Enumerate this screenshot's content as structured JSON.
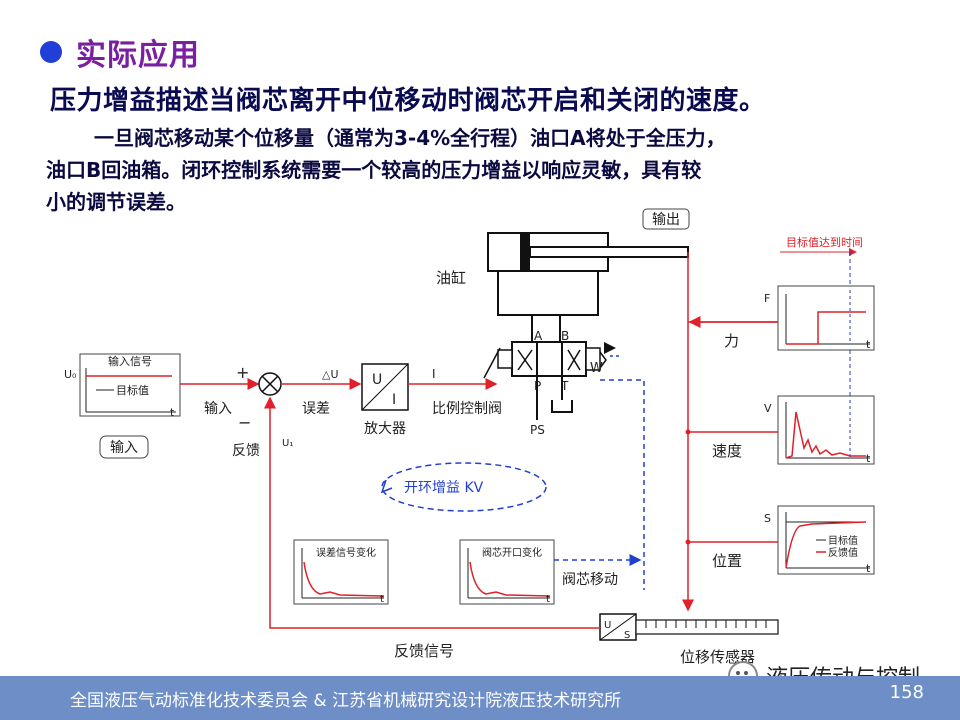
{
  "header": {
    "title": "实际应用",
    "subtitle": "压力增益描述当阀芯离开中位移动时阀芯开启和关闭的速度。",
    "body_line1": "一旦阀芯移动某个位移量（通常为3-4%全行程）油口A将处于全压力，",
    "body_line2": "油口B回油箱。闭环控制系统需要一个较高的压力增益以响应灵敏，具有较",
    "body_line3": "小的调节误差。"
  },
  "diagram": {
    "output_label": "输出",
    "cylinder_label": "油缸",
    "input_signal_label": "输入信号",
    "target_value_short": "目标值",
    "u0_label": "U₀",
    "t_label": "t",
    "input_button": "输入",
    "plus_sign": "+",
    "minus_sign": "−",
    "input_label": "输入",
    "feedback_label": "反馈",
    "u1_label": "U₁",
    "delta_u_label": "△U",
    "error_label": "误差",
    "amp_u": "U",
    "amp_i": "I",
    "amplifier_label": "放大器",
    "current_label": "I",
    "valve_label": "比例控制阀",
    "port_a": "A",
    "port_b": "B",
    "port_p": "P",
    "port_t": "T",
    "port_ps": "PS",
    "port_w": "W",
    "open_loop_gain": "开环增益 KV",
    "error_chart_label": "误差信号变化",
    "valve_chart_label": "阀芯开口变化",
    "spool_move_label": "阀芯移动",
    "feedback_signal_label": "反馈信号",
    "sensor_u": "U",
    "sensor_s": "S",
    "sensor_label": "位移传感器",
    "target_reach_time": "目标值达到时间",
    "force_axis": "F",
    "force_label": "力",
    "velocity_axis": "V",
    "velocity_label": "速度",
    "position_axis": "S",
    "position_label": "位置",
    "legend_target": "目标值",
    "legend_feedback": "反馈值"
  },
  "footer": {
    "org_text": "全国液压气动标准化技术委员会 & 江苏省机械研究设计院液压技术研究所",
    "page_number": "158",
    "wechat_label": "液压传动与控制"
  },
  "colors": {
    "title": "#7a1fa2",
    "bullet": "#1f3fd8",
    "signal_red": "#e0202a",
    "dashed_blue": "#2240d0",
    "footer_bg": "#6d8ec7"
  }
}
